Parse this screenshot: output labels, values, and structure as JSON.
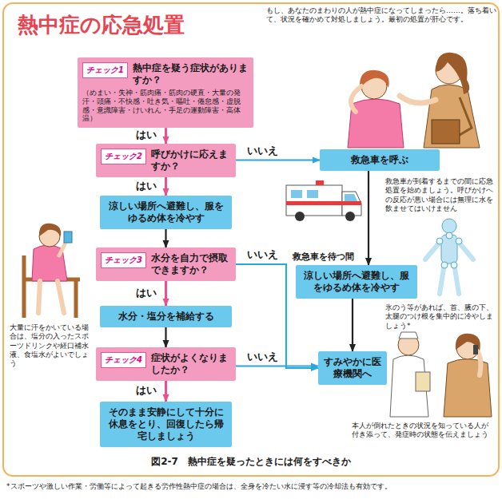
{
  "diagram": {
    "title": "熱中症の応急処置",
    "caption": "図2-7　熱中症を疑ったときには何をすべきか",
    "nodes": [
      {
        "text": [
          "チェック1",
          "熱中症を疑う症状がありますか？",
          "（めまい・失神・筋肉痛・筋肉の硬直・大量の発汗・頭痛・不快感・吐き気・嘔吐・倦怠感・虚脱感・意識障害・けいれん・手足の運動障害・高体温）"
        ]
      },
      {
        "text": [
          "チェック2",
          "呼びかけに応えますか？"
        ]
      },
      {
        "text": [
          "涼しい場所へ避難し、服をゆるめ体を冷やす"
        ]
      },
      {
        "text": [
          "チェック3",
          "水分を自力で摂取できますか？"
        ]
      },
      {
        "text": [
          "水分・塩分を補給する"
        ]
      },
      {
        "text": [
          "チェック4",
          "症状がよくなりましたか？"
        ]
      },
      {
        "text": [
          "そのまま安静にして十分に休息をとり、回復したら帰宅しましょう"
        ]
      },
      {
        "text": [
          "救急車を呼ぶ"
        ]
      },
      {
        "text": [
          "救急車を待つ間",
          "涼しい場所へ避難し、服をゆるめ体を冷やす"
        ]
      },
      {
        "text": [
          "すみやかに医療機関へ"
        ]
      }
    ],
    "edges": [
      {
        "from": 0,
        "to": 1,
        "label": "はい",
        "arrow": "to"
      },
      {
        "from": 1,
        "to": 7,
        "label": "いいえ",
        "arrow": "to"
      },
      {
        "from": 1,
        "to": 2,
        "label": "はい",
        "arrow": "to"
      },
      {
        "from": 2,
        "to": 3,
        "arrow": "to"
      },
      {
        "from": 3,
        "to": 4,
        "label": "はい",
        "arrow": "to"
      },
      {
        "from": 3,
        "to": 9,
        "label": "いいえ",
        "arrow": "to"
      },
      {
        "from": 4,
        "to": 5,
        "arrow": "to"
      },
      {
        "from": 5,
        "to": 6,
        "label": "はい",
        "arrow": "to"
      },
      {
        "from": 5,
        "to": 9,
        "label": "いいえ",
        "arrow": "to"
      },
      {
        "from": 7,
        "to": 8,
        "arrow": "to"
      },
      {
        "from": 8,
        "to": 9,
        "arrow": "to"
      }
    ],
    "labels": [
      "もし、あなたのまわりの人が熱中症になってしまったら……。落ち着いて、状況を確かめて対処しましょう。最初の処置が肝心です。",
      "救急車が到着するまでの間に応急処置を始めましょう。呼びかけへの反応が悪い場合には無理に水を飲ませてはいけません",
      "大量に汗をかいている場合は、塩分の入ったスポーツドリンクや経口補水液、食塩水がよいでしょう",
      "氷のう等があれば、首、腋の下、太腿のつけ根を集中的に冷やしましょう*",
      "本人が倒れたときの状況を知っている人が付き添って、発症時の状態を伝えましょう",
      "*スポーツや激しい作業・労働等によって起きる労作性熱中症の場合は、全身を冷たい水に浸す等の冷却法も有効です。"
    ]
  }
}
